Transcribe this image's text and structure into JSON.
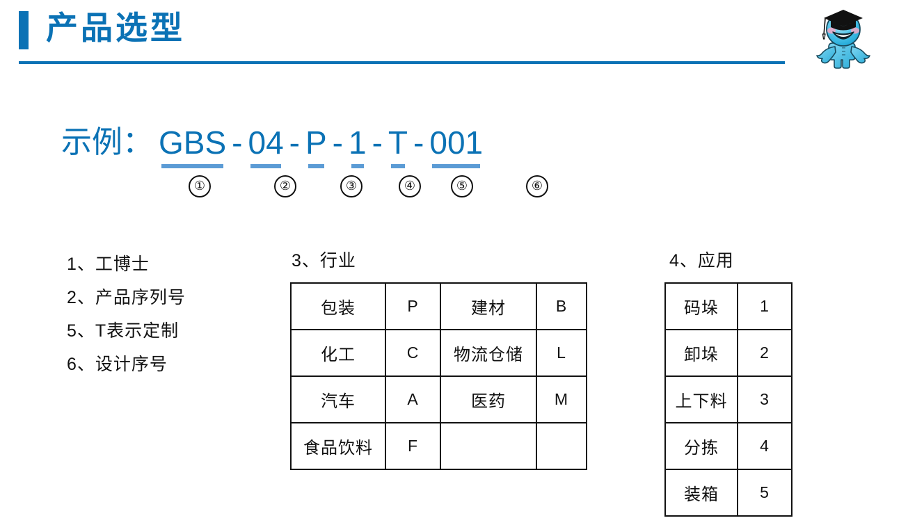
{
  "header": {
    "title": "产品选型",
    "accent_color": "#0B72B5",
    "logo_name": "graduate-mascot-logo"
  },
  "example": {
    "label": "示例：",
    "segments": [
      {
        "text": "GBS",
        "marker": "①"
      },
      {
        "text": "04",
        "marker": "②"
      },
      {
        "text": "P",
        "marker": "③"
      },
      {
        "text": "1",
        "marker": "④"
      },
      {
        "text": "T",
        "marker": "⑤"
      },
      {
        "text": "001",
        "marker": "⑥"
      }
    ],
    "separator": "-",
    "underline_color": "#5B9BD5"
  },
  "legend": {
    "items": [
      "1、工博士",
      "2、产品序列号",
      "5、T表示定制",
      "6、设计序号"
    ]
  },
  "industry": {
    "heading": "3、行业",
    "rows": [
      {
        "name1": "包装",
        "code1": "P",
        "name2": "建材",
        "code2": "B"
      },
      {
        "name1": "化工",
        "code1": "C",
        "name2": "物流仓储",
        "code2": "L"
      },
      {
        "name1": "汽车",
        "code1": "A",
        "name2": "医药",
        "code2": "M"
      },
      {
        "name1": "食品饮料",
        "code1": "F",
        "name2": "",
        "code2": ""
      }
    ]
  },
  "application": {
    "heading": "4、应用",
    "rows": [
      {
        "name": "码垛",
        "code": "1"
      },
      {
        "name": "卸垛",
        "code": "2"
      },
      {
        "name": "上下料",
        "code": "3"
      },
      {
        "name": "分拣",
        "code": "4"
      },
      {
        "name": "装箱",
        "code": "5"
      }
    ]
  }
}
